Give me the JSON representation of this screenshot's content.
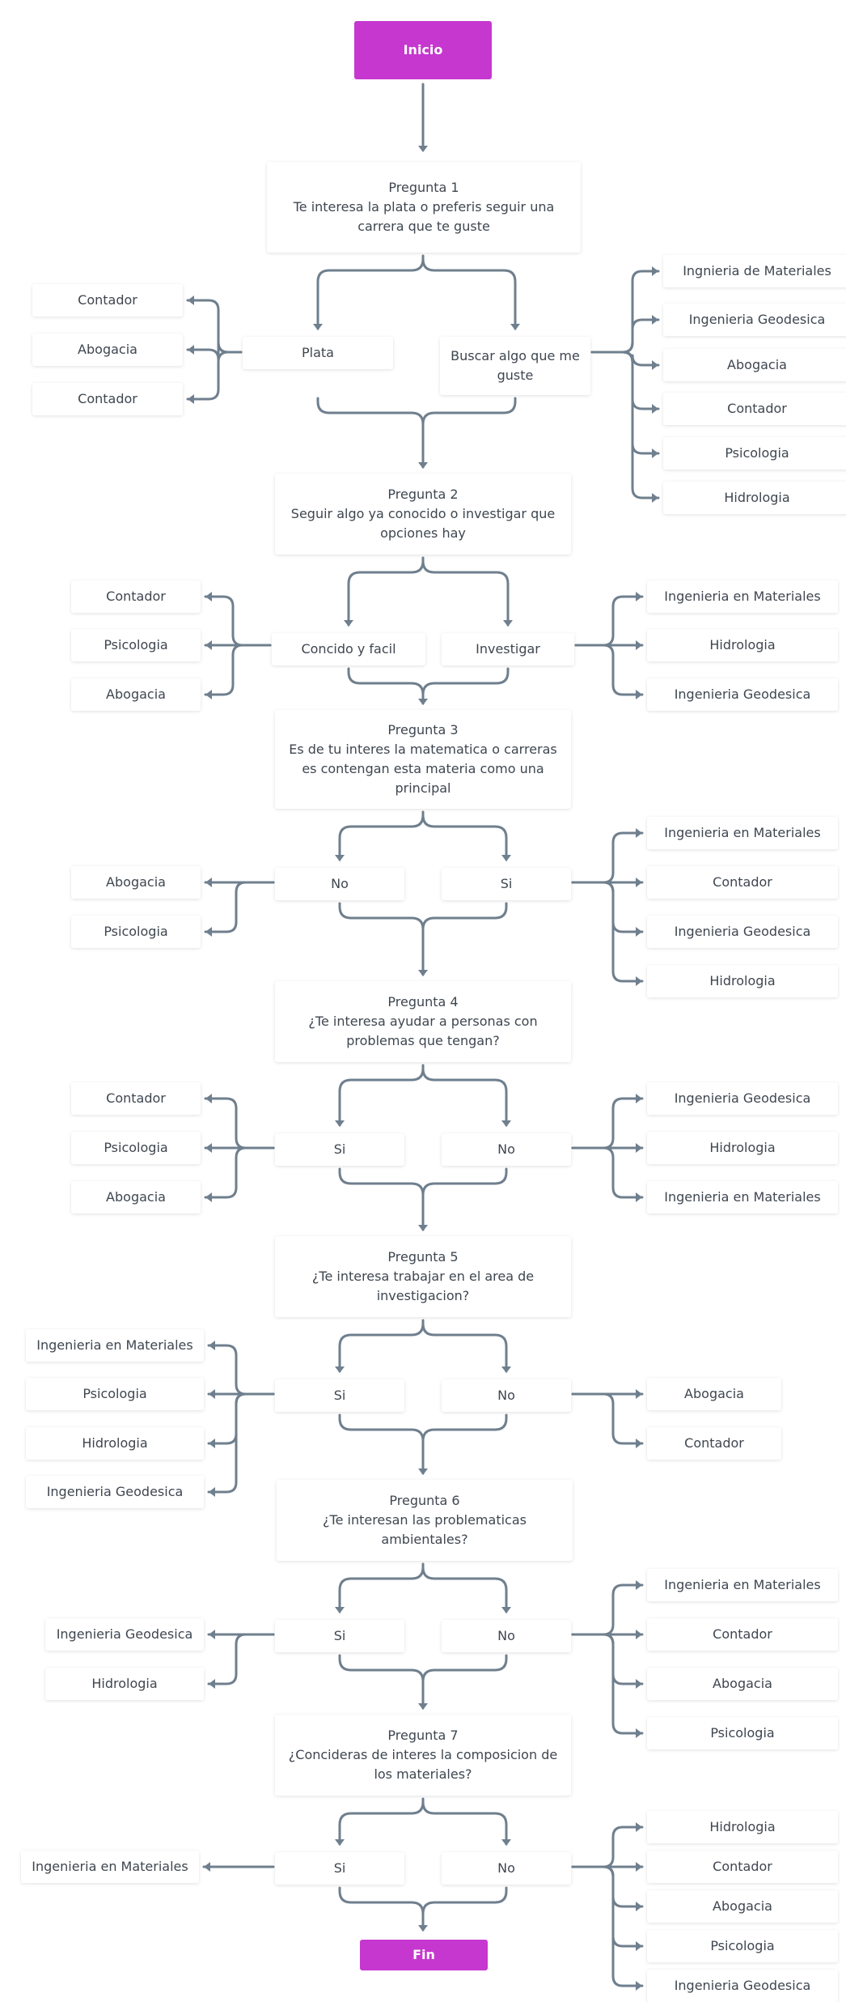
{
  "diagram": {
    "start": "Inicio",
    "end": "Fin",
    "colors": {
      "terminal": "#c637cf",
      "connector": "#6f7f8e",
      "text": "#3e4650"
    },
    "questions": [
      {
        "text": "Pregunta 1\nTe interesa la plata o preferis seguir una\ncarrera que te guste",
        "left_choice": "Plata",
        "right_choice": "Buscar algo que me\nguste",
        "left_results": [
          "Contador",
          "Abogacia",
          "Contador"
        ],
        "right_results": [
          "Ingnieria de Materiales",
          "Ingenieria Geodesica",
          "Abogacia",
          "Contador",
          "Psicologia",
          "Hidrologia"
        ]
      },
      {
        "text": "Pregunta 2\nSeguir algo ya conocido o investigar que\nopciones hay",
        "left_choice": "Concido y facil",
        "right_choice": "Investigar",
        "left_results": [
          "Contador",
          "Psicologia",
          "Abogacia"
        ],
        "right_results": [
          "Ingenieria en Materiales",
          "Hidrologia",
          "Ingenieria Geodesica"
        ]
      },
      {
        "text": "Pregunta 3\nEs de tu interes la matematica o carreras\nes contengan esta materia como una\nprincipal",
        "left_choice": "No",
        "right_choice": "Si",
        "left_results": [
          "Abogacia",
          "Psicologia"
        ],
        "right_results": [
          "Ingenieria en Materiales",
          "Contador",
          "Ingenieria Geodesica",
          "Hidrologia"
        ]
      },
      {
        "text": "Pregunta 4\n¿Te interesa ayudar a personas con\nproblemas que tengan?",
        "left_choice": "Si",
        "right_choice": "No",
        "left_results": [
          "Contador",
          "Psicologia",
          "Abogacia"
        ],
        "right_results": [
          "Ingenieria Geodesica",
          "Hidrologia",
          "Ingenieria en Materiales"
        ]
      },
      {
        "text": "Pregunta 5\n¿Te interesa trabajar en el area de\ninvestigacion?",
        "left_choice": "Si",
        "right_choice": "No",
        "left_results": [
          "Ingenieria en Materiales",
          "Psicologia",
          "Hidrologia",
          "Ingenieria Geodesica"
        ],
        "right_results": [
          "Abogacia",
          "Contador"
        ]
      },
      {
        "text": "Pregunta 6\n¿Te interesan las problematicas\nambientales?",
        "left_choice": "Si",
        "right_choice": "No",
        "left_results": [
          "Ingenieria Geodesica",
          "Hidrologia"
        ],
        "right_results": [
          "Ingenieria en Materiales",
          "Contador",
          "Abogacia",
          "Psicologia"
        ]
      },
      {
        "text": "Pregunta 7\n¿Concideras de interes la composicion de\nlos materiales?",
        "left_choice": "Si",
        "right_choice": "No",
        "left_results": [
          "Ingenieria en Materiales"
        ],
        "right_results": [
          "Hidrologia",
          "Contador",
          "Abogacia",
          "Psicologia",
          "Ingenieria Geodesica"
        ]
      }
    ]
  }
}
